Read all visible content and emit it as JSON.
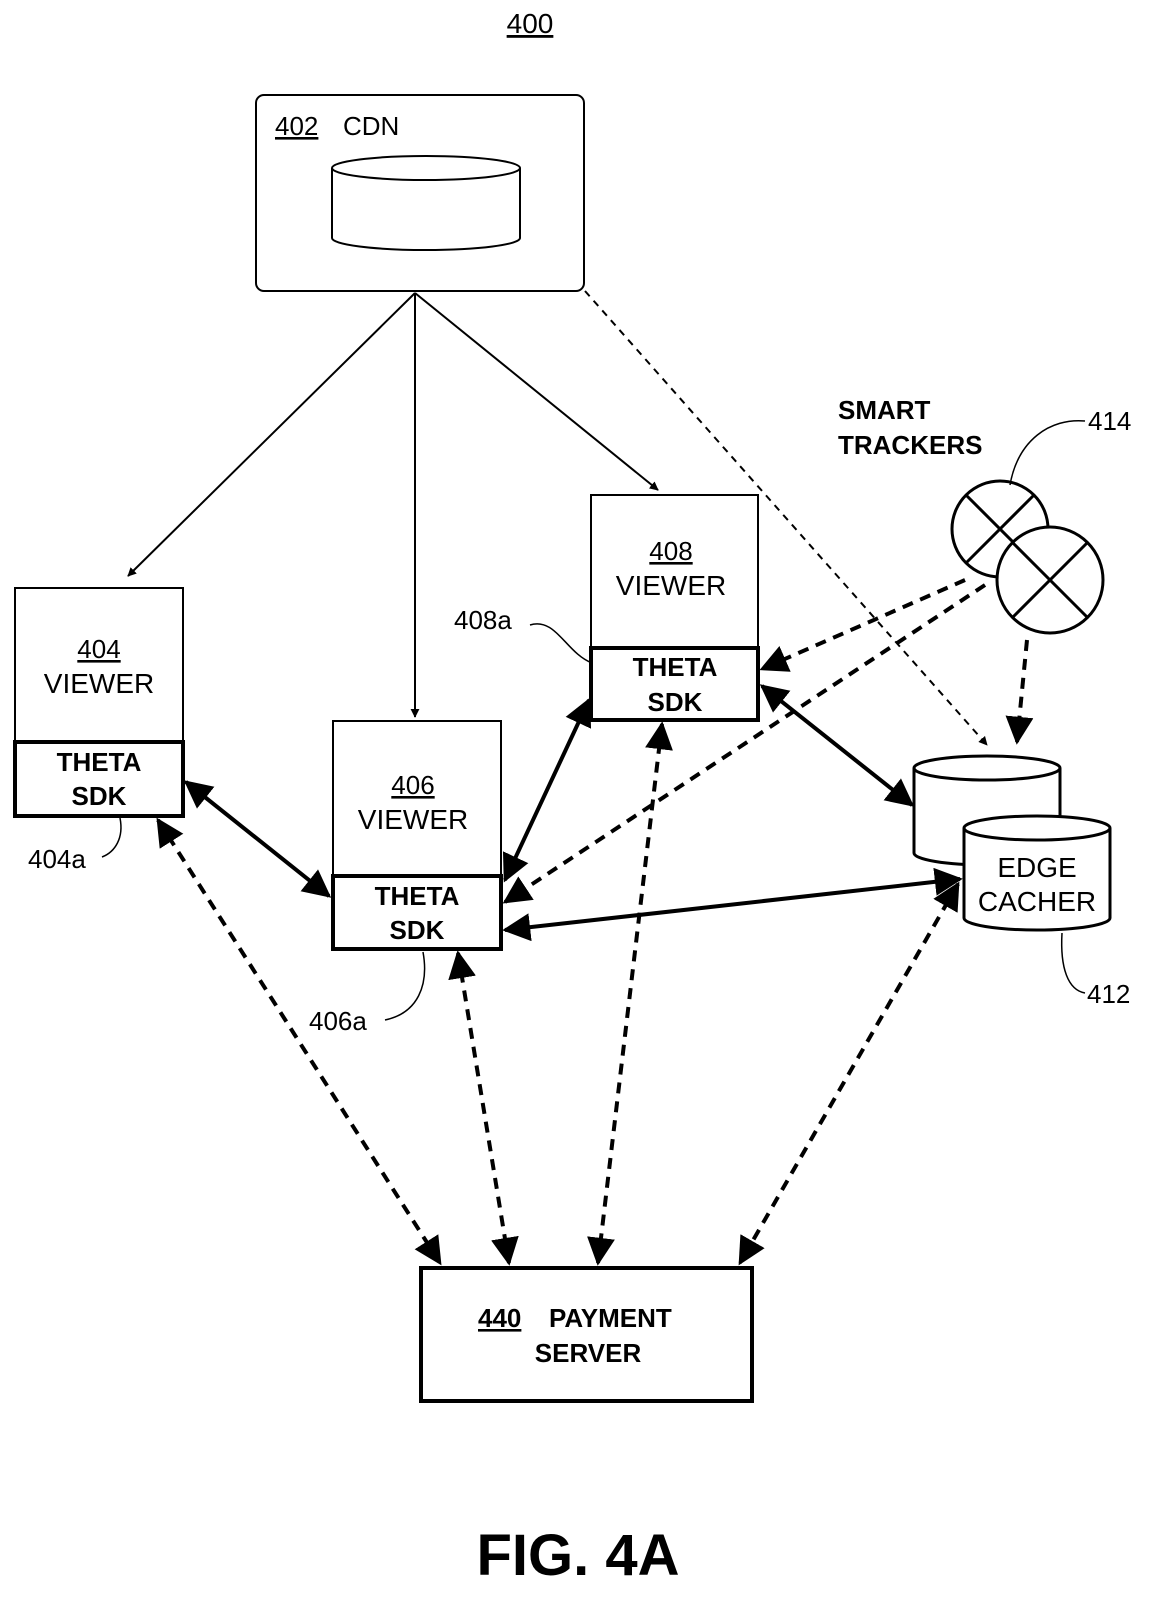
{
  "figure": {
    "number": "400",
    "caption": "FIG. 4A"
  },
  "cdn": {
    "ref": "402",
    "label": "CDN"
  },
  "viewers": {
    "v404": {
      "ref": "404",
      "label": "VIEWER",
      "sdk_line1": "THETA",
      "sdk_line2": "SDK",
      "sdk_ref": "404a"
    },
    "v406": {
      "ref": "406",
      "label": "VIEWER",
      "sdk_line1": "THETA",
      "sdk_line2": "SDK",
      "sdk_ref": "406a"
    },
    "v408": {
      "ref": "408",
      "label": "VIEWER",
      "sdk_line1": "THETA",
      "sdk_line2": "SDK",
      "sdk_ref": "408a"
    }
  },
  "smart_trackers": {
    "line1": "SMART",
    "line2": "TRACKERS",
    "ref": "414"
  },
  "edge_cacher": {
    "line1": "EDGE",
    "line2": "CACHER",
    "ref": "412"
  },
  "payment_server": {
    "ref": "440",
    "line1": "PAYMENT",
    "line2": "SERVER"
  }
}
